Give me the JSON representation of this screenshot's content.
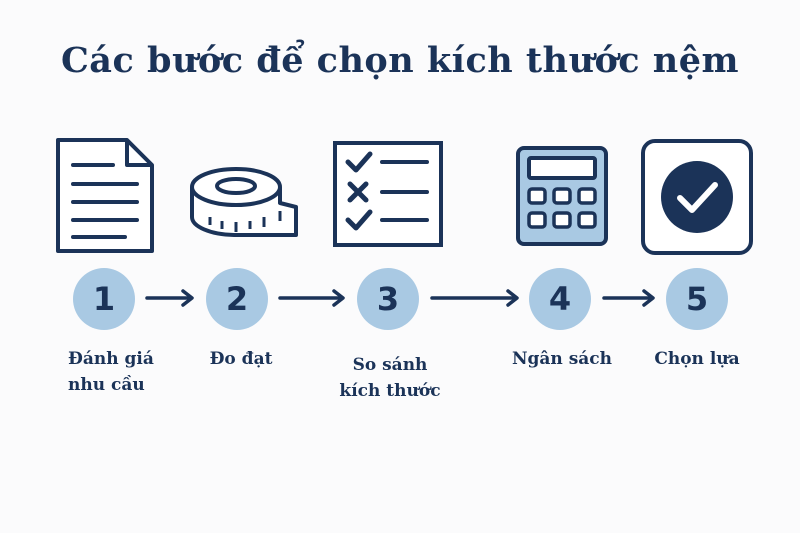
{
  "title": "Các bước để chọn kích thước nệm",
  "steps": [
    {
      "number": "1",
      "label_lines": [
        "Đánh giá",
        "nhu cầu"
      ],
      "icon": "document-icon"
    },
    {
      "number": "2",
      "label_lines": [
        "Đo đạt"
      ],
      "icon": "measuring-tape-icon"
    },
    {
      "number": "3",
      "label_lines": [
        "So sánh",
        "kích thước"
      ],
      "icon": "checklist-icon"
    },
    {
      "number": "4",
      "label_lines": [
        "Ngân sách"
      ],
      "icon": "calculator-icon"
    },
    {
      "number": "5",
      "label_lines": [
        "Chọn lựa"
      ],
      "icon": "checkmark-icon"
    }
  ],
  "colors": {
    "navy": "#1b3358",
    "light_blue": "#a9c9e3",
    "background": "#fbfbfc"
  }
}
